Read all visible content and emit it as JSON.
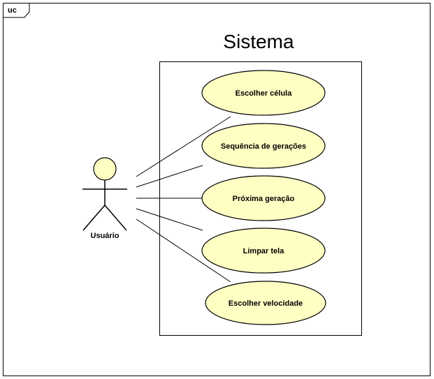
{
  "frame": {
    "tag": "uc"
  },
  "system": {
    "title": "Sistema"
  },
  "actor": {
    "name": "Usuário"
  },
  "use_cases": [
    {
      "label": "Escolher célula"
    },
    {
      "label": "Sequência de gerações"
    },
    {
      "label": "Próxima geração"
    },
    {
      "label": "Limpar tela"
    },
    {
      "label": "Escolher velocidade"
    }
  ],
  "colors": {
    "use_case_fill": "#ffffc4",
    "stroke": "#000000",
    "background": "#ffffff"
  }
}
